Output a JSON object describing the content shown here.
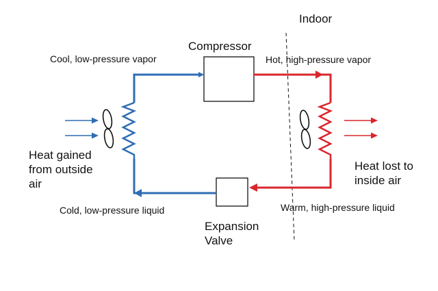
{
  "labels": {
    "indoor": "Indoor",
    "compressor": "Compressor",
    "cool_vapor": "Cool, low-pressure vapor",
    "hot_vapor": "Hot, high-pressure vapor",
    "cold_liquid": "Cold, low-pressure liquid",
    "warm_liquid": "Warm, high-pressure liquid",
    "expansion_valve": [
      "Expansion",
      "Valve"
    ],
    "heat_gained": [
      "Heat gained",
      "from outside",
      "air"
    ],
    "heat_lost": [
      "Heat lost to",
      "inside air"
    ]
  },
  "colors": {
    "cold_side": "#2e6db4",
    "hot_side": "#d9262c",
    "outline": "#111111"
  }
}
